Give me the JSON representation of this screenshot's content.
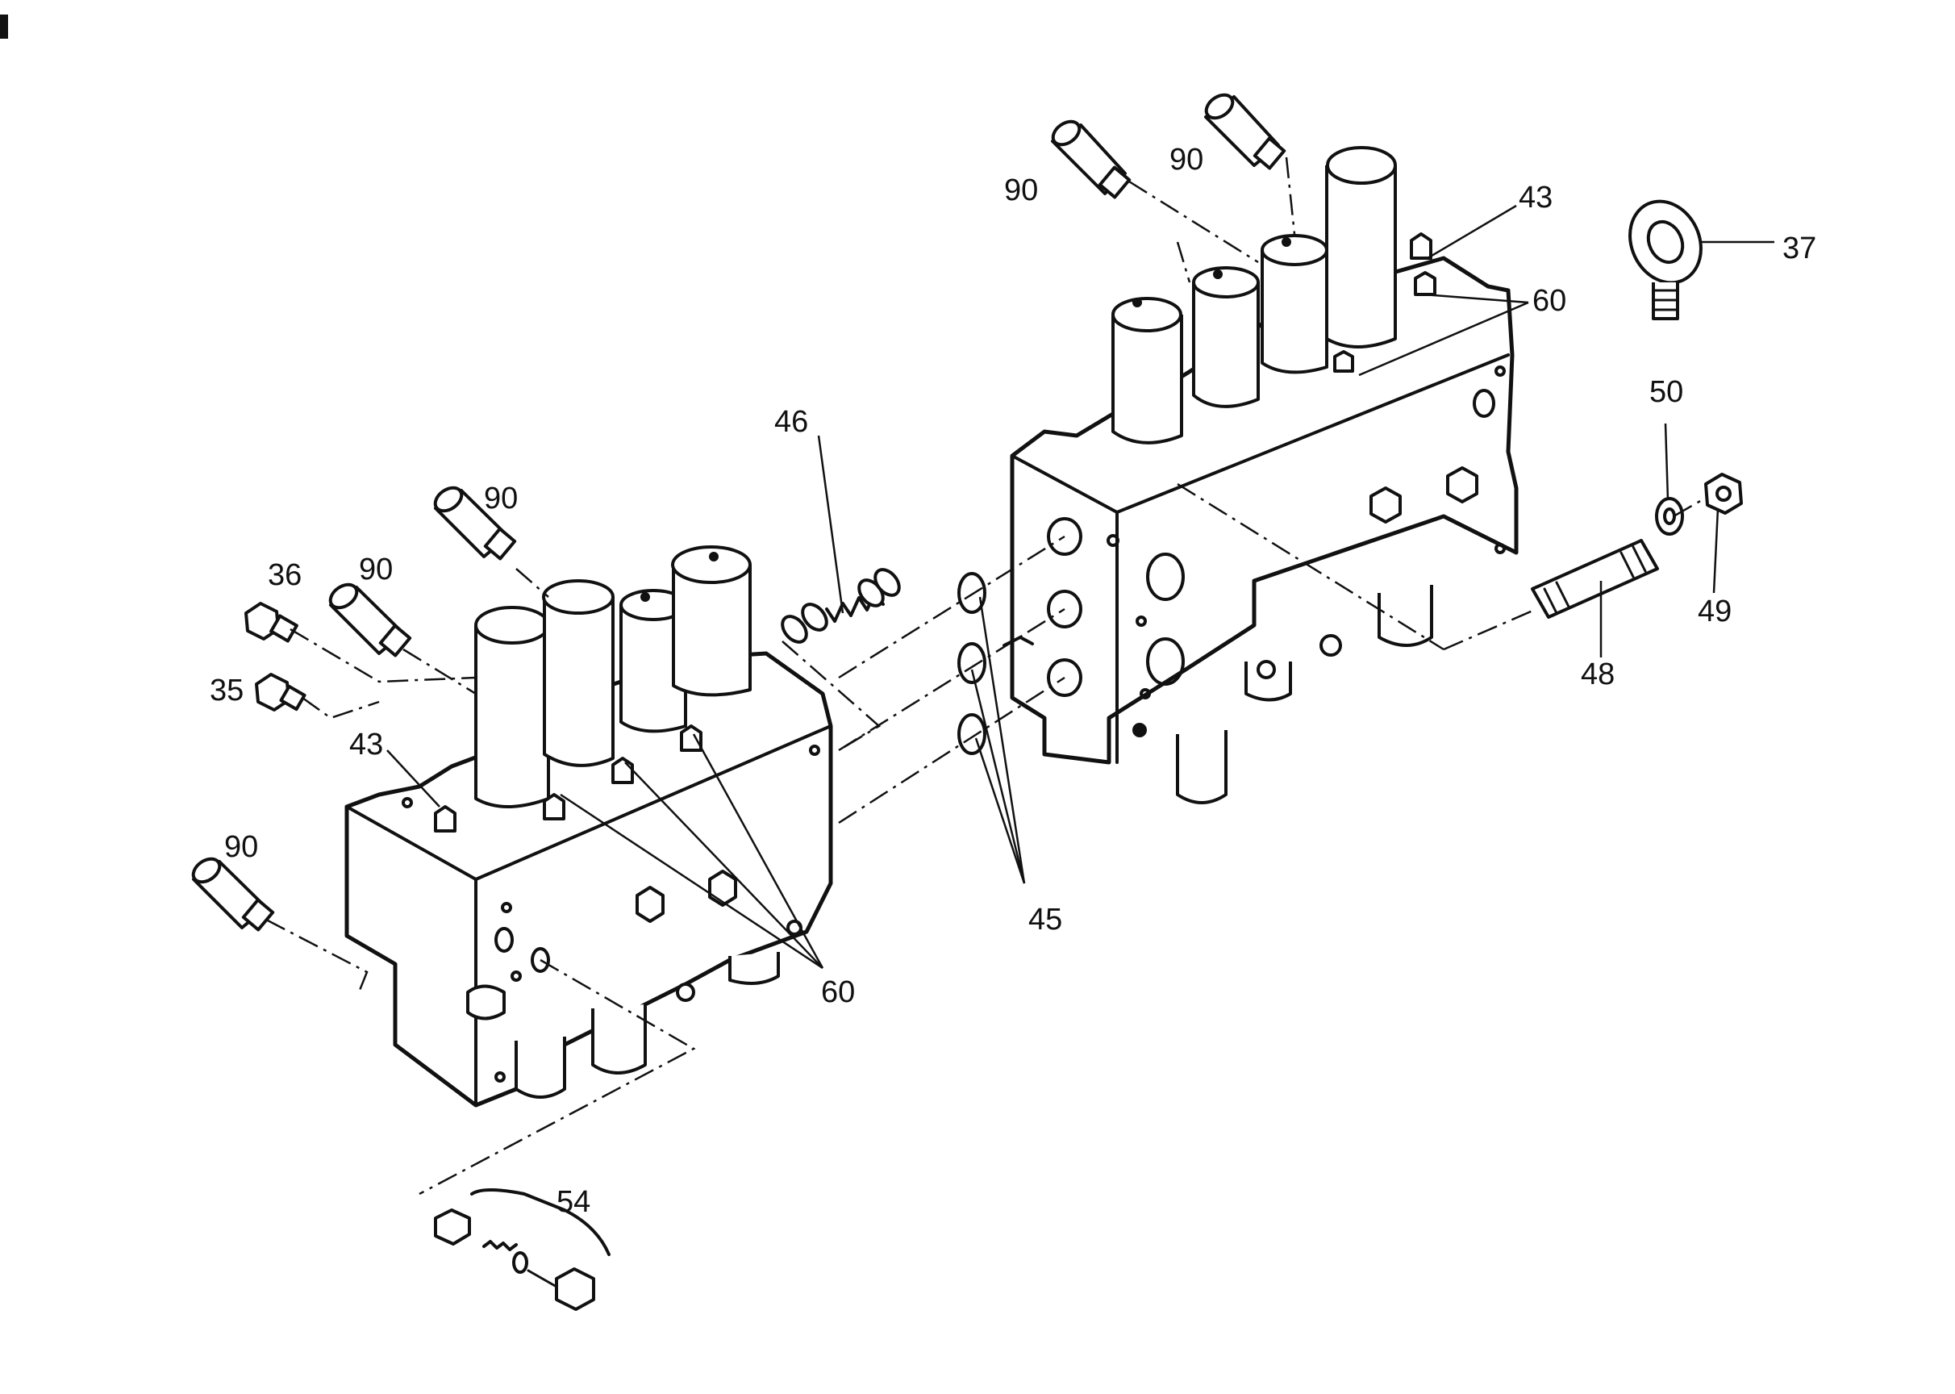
{
  "diagram": {
    "callouts": [
      {
        "id": "c90a",
        "label": "90"
      },
      {
        "id": "c90b",
        "label": "90"
      },
      {
        "id": "c43a",
        "label": "43"
      },
      {
        "id": "c60a",
        "label": "60"
      },
      {
        "id": "c37",
        "label": "37"
      },
      {
        "id": "c50",
        "label": "50"
      },
      {
        "id": "c49",
        "label": "49"
      },
      {
        "id": "c48",
        "label": "48"
      },
      {
        "id": "c46",
        "label": "46"
      },
      {
        "id": "c90c",
        "label": "90"
      },
      {
        "id": "c36",
        "label": "36"
      },
      {
        "id": "c90d",
        "label": "90"
      },
      {
        "id": "c35",
        "label": "35"
      },
      {
        "id": "c43b",
        "label": "43"
      },
      {
        "id": "c90e",
        "label": "90"
      },
      {
        "id": "c45",
        "label": "45"
      },
      {
        "id": "c60b",
        "label": "60"
      },
      {
        "id": "c54",
        "label": "54"
      }
    ]
  }
}
